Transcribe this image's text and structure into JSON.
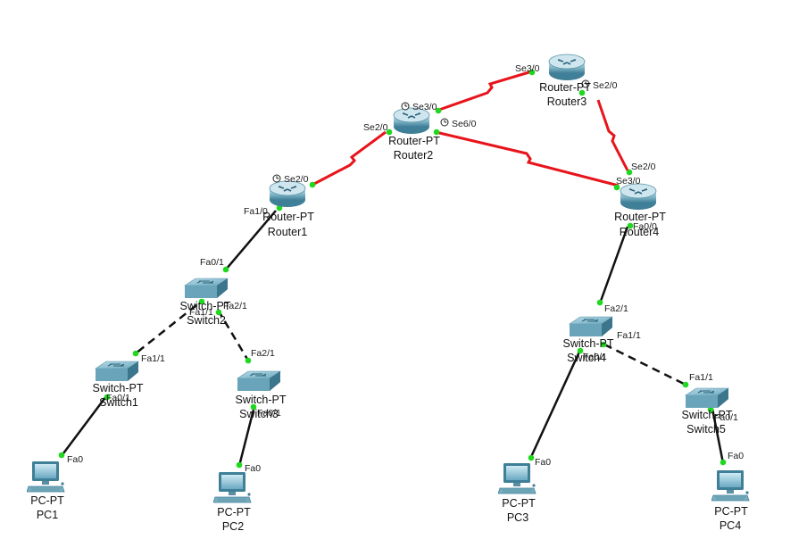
{
  "colors": {
    "serial": "#e8141b",
    "ethernet": "#111111",
    "port_up": "#1fd81f"
  },
  "devices": {
    "router1": {
      "model": "Router-PT",
      "name": "Router1"
    },
    "router2": {
      "model": "Router-PT",
      "name": "Router2"
    },
    "router3": {
      "model": "Router-PT",
      "name": "Router3"
    },
    "router4": {
      "model": "Router-PT",
      "name": "Router4"
    },
    "switch1": {
      "model": "Switch-PT",
      "name": "Switch1"
    },
    "switch2": {
      "model": "Switch-PT",
      "name": "Switch2"
    },
    "switch3": {
      "model": "Switch-PT",
      "name": "Switch3"
    },
    "switch4": {
      "model": "Switch-PT",
      "name": "Switch4"
    },
    "switch5": {
      "model": "Switch-PT",
      "name": "Switch5"
    },
    "pc1": {
      "model": "PC-PT",
      "name": "PC1"
    },
    "pc2": {
      "model": "PC-PT",
      "name": "PC2"
    },
    "pc3": {
      "model": "PC-PT",
      "name": "PC3"
    },
    "pc4": {
      "model": "PC-PT",
      "name": "PC4"
    }
  },
  "ports": {
    "r1_se20": "Se2/0",
    "r1_fa10": "Fa1/0",
    "r2_se20": "Se2/0",
    "r2_se30": "Se3/0",
    "r2_se60": "Se6/0",
    "r3_se30": "Se3/0",
    "r3_se20": "Se2/0",
    "r4_se20": "Se2/0",
    "r4_se30": "Se3/0",
    "r4_fa00": "Fa0/0",
    "sw2_fa01": "Fa0/1",
    "sw2_fa11": "Fa1/1",
    "sw2_fa21": "Fa2/1",
    "sw1_fa11": "Fa1/1",
    "sw1_fa01": "Fa0/1",
    "sw3_fa21": "Fa2/1",
    "sw3_fa01": "Fa0/1",
    "sw4_fa21": "Fa2/1",
    "sw4_fa11": "Fa1/1",
    "sw4_fa01": "Fa0/1",
    "sw5_fa11": "Fa1/1",
    "sw5_fa01": "Fa0/1",
    "pc1_fa0": "Fa0",
    "pc2_fa0": "Fa0",
    "pc3_fa0": "Fa0",
    "pc4_fa0": "Fa0"
  }
}
